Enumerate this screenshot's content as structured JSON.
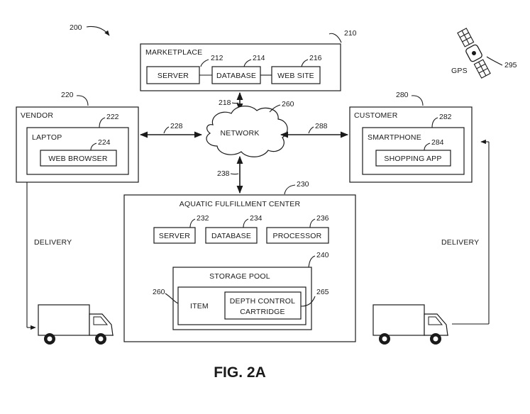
{
  "figure": {
    "ref_main": "200",
    "caption": "FIG. 2A"
  },
  "marketplace": {
    "ref": "210",
    "title": "MARKETPLACE",
    "server": {
      "label": "SERVER",
      "ref": "212"
    },
    "database": {
      "label": "DATABASE",
      "ref": "214"
    },
    "website": {
      "label": "WEB SITE",
      "ref": "216"
    }
  },
  "network": {
    "label": "NETWORK",
    "ref": "260"
  },
  "links": {
    "marketplace": "218",
    "vendor": "228",
    "fulfillment": "238",
    "customer": "288"
  },
  "vendor": {
    "ref": "220",
    "title": "VENDOR",
    "laptop": {
      "label": "LAPTOP",
      "ref": "222"
    },
    "browser": {
      "label": "WEB BROWSER",
      "ref": "224"
    }
  },
  "customer": {
    "ref": "280",
    "title": "CUSTOMER",
    "smartphone": {
      "label": "SMARTPHONE",
      "ref": "282"
    },
    "app": {
      "label": "SHOPPING APP",
      "ref": "284"
    }
  },
  "gps": {
    "label": "GPS",
    "ref": "295"
  },
  "fulfillment": {
    "ref": "230",
    "title": "AQUATIC FULFILLMENT CENTER",
    "server": {
      "label": "SERVER",
      "ref": "232"
    },
    "database": {
      "label": "DATABASE",
      "ref": "234"
    },
    "processor": {
      "label": "PROCESSOR",
      "ref": "236"
    },
    "storage": {
      "ref": "240",
      "title": "STORAGE POOL",
      "item": {
        "label": "ITEM",
        "ref": "260"
      },
      "cartridge": {
        "line1": "DEPTH CONTROL",
        "line2": "CARTRIDGE",
        "ref": "265"
      }
    }
  },
  "delivery": {
    "left": "DELIVERY",
    "right": "DELIVERY"
  }
}
